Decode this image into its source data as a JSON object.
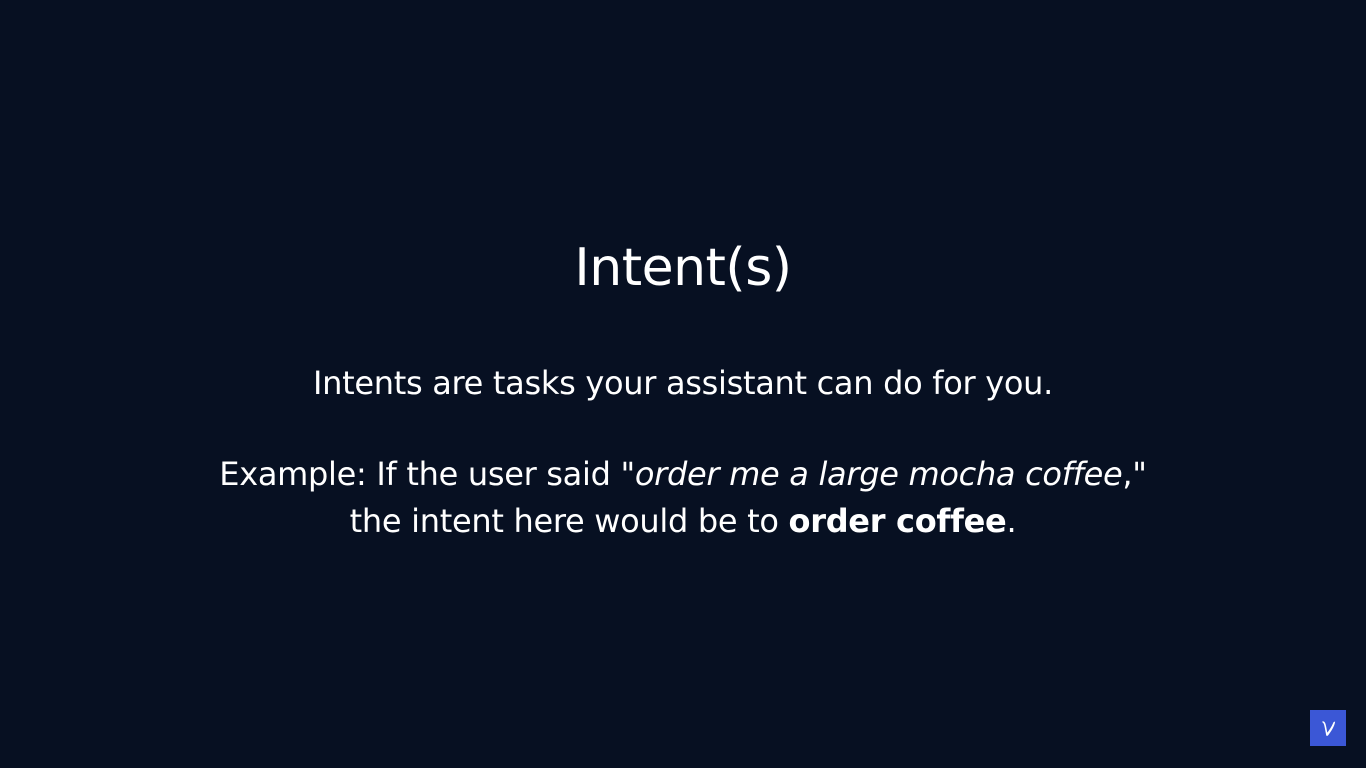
{
  "slide": {
    "title": "Intent(s)",
    "definition": "Intents are tasks your assistant can do for you.",
    "example_prefix": "Example: If the user said \"",
    "example_quote": "order me a large mocha coffee",
    "example_suffix": ",\"",
    "conclusion_prefix": "the intent here would be to ",
    "conclusion_emphasis": "order coffee",
    "conclusion_suffix": "."
  },
  "logo": {
    "icon": "v-logo-icon",
    "letter": "V",
    "color": "#3b57d6"
  },
  "colors": {
    "background": "#071022",
    "text": "#ffffff"
  }
}
